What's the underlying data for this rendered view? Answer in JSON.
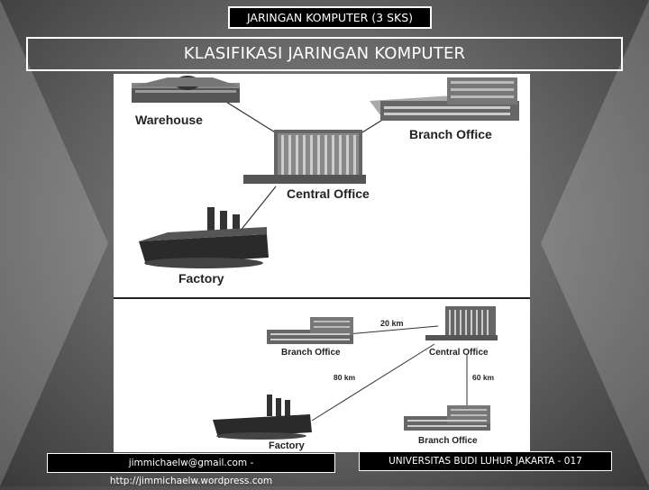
{
  "header": {
    "course_title": "JARINGAN KOMPUTER (3 SKS)"
  },
  "slide": {
    "title": "KLASIFIKASI JARINGAN KOMPUTER"
  },
  "diagram_top": {
    "warehouse": "Warehouse",
    "branch_office": "Branch Office",
    "central_office": "Central Office",
    "factory": "Factory"
  },
  "diagram_bottom": {
    "branch_office_left": "Branch Office",
    "central_office": "Central Office",
    "branch_office_right": "Branch Office",
    "factory": "Factory",
    "dist_20": "20 km",
    "dist_80": "80 km",
    "dist_60": "60 km"
  },
  "footer": {
    "contact": "jimmichaelw@gmail.com - http://jimmichaelw.wordpress.com",
    "institution": "UNIVERSITAS BUDI LUHUR JAKARTA - 017"
  }
}
